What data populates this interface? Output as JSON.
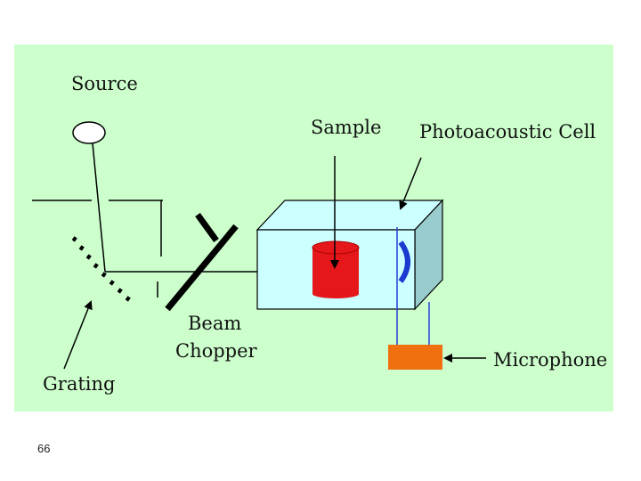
{
  "colors": {
    "background": "#ccffcc",
    "cell_face": "#ccffff",
    "cell_side": "#99cccc",
    "sample": "#e5171a",
    "microphone": "#f07010",
    "diaphragm": "#1a3ad0",
    "wire": "#2a3fd6"
  },
  "labels": {
    "source": "Source",
    "sample": "Sample",
    "cell": "Photoacoustic Cell",
    "chopper_line1": "Beam",
    "chopper_line2": "Chopper",
    "microphone": "Microphone",
    "grating": "Grating"
  },
  "page_number": "66"
}
